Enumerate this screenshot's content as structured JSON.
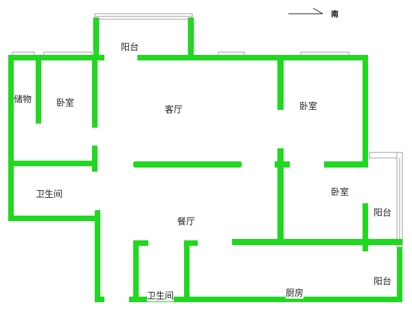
{
  "compass": {
    "label": "南"
  },
  "rooms": {
    "balcony_top": "阳台",
    "storage": "储物",
    "bedroom_left": "卧室",
    "living_room": "客厅",
    "bedroom_right_top": "卧室",
    "bathroom_left": "卫生间",
    "bedroom_right_bottom": "卧室",
    "dining_room": "餐厅",
    "balcony_right_mid": "阳台",
    "balcony_right_bottom": "阳台",
    "bathroom_bottom": "卫生间",
    "kitchen": "厨房"
  },
  "colors": {
    "wall": "#20d820",
    "window": "#9a9a9a",
    "background": "#ffffff"
  }
}
